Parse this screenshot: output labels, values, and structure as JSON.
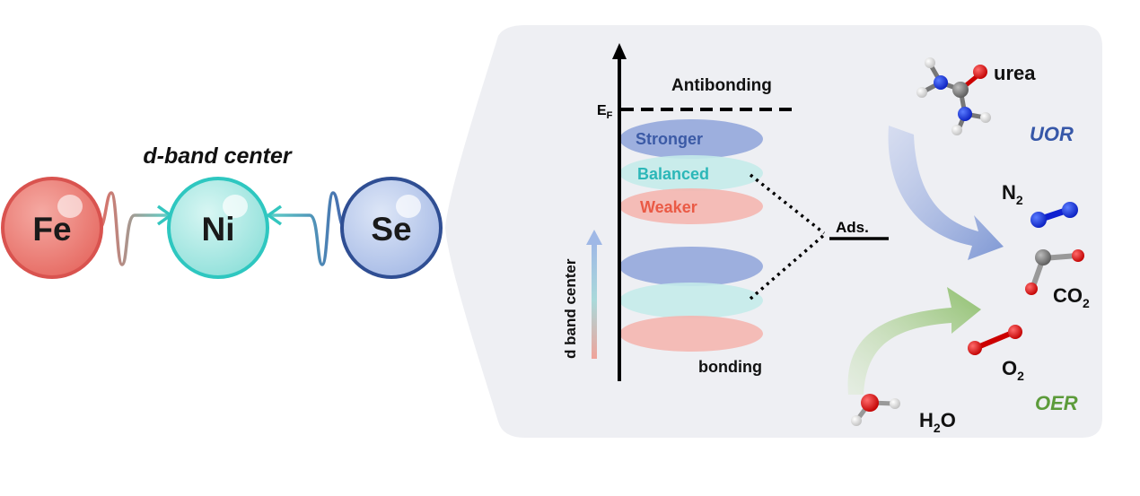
{
  "left": {
    "title": "d-band center",
    "atoms": [
      {
        "symbol": "Fe",
        "color": "#e8706a",
        "stroke": "#d9534f"
      },
      {
        "symbol": "Ni",
        "color": "#a9ece6",
        "stroke": "#2ec7c0"
      },
      {
        "symbol": "Se",
        "color": "#b9c9ec",
        "stroke": "#2f4e93"
      }
    ]
  },
  "energy": {
    "fermi_label": "E",
    "fermi_sub": "F",
    "antibonding": "Antibonding",
    "bonding": "bonding",
    "axis_label": "d band center",
    "adsorbate": "Ads.",
    "states": {
      "stronger": "Stronger",
      "balanced": "Balanced",
      "weaker": "Weaker"
    },
    "colors": {
      "blue": "#8ea3d9",
      "teal": "#bfe8e8",
      "red": "#f4b6b0",
      "blue_text": "#3b5aa6",
      "teal_text": "#2cb7b8",
      "red_text": "#ea5a45"
    }
  },
  "molecules": {
    "urea": "urea",
    "n2": "N",
    "n2_sub": "2",
    "co2": "CO",
    "co2_sub": "2",
    "o2": "O",
    "o2_sub": "2",
    "h2o_pre": "H",
    "h2o_sub": "2",
    "h2o_post": "O"
  },
  "reactions": {
    "uor": "UOR",
    "oer": "OER",
    "uor_color": "#3657a8",
    "oer_color": "#5c9b3a"
  }
}
